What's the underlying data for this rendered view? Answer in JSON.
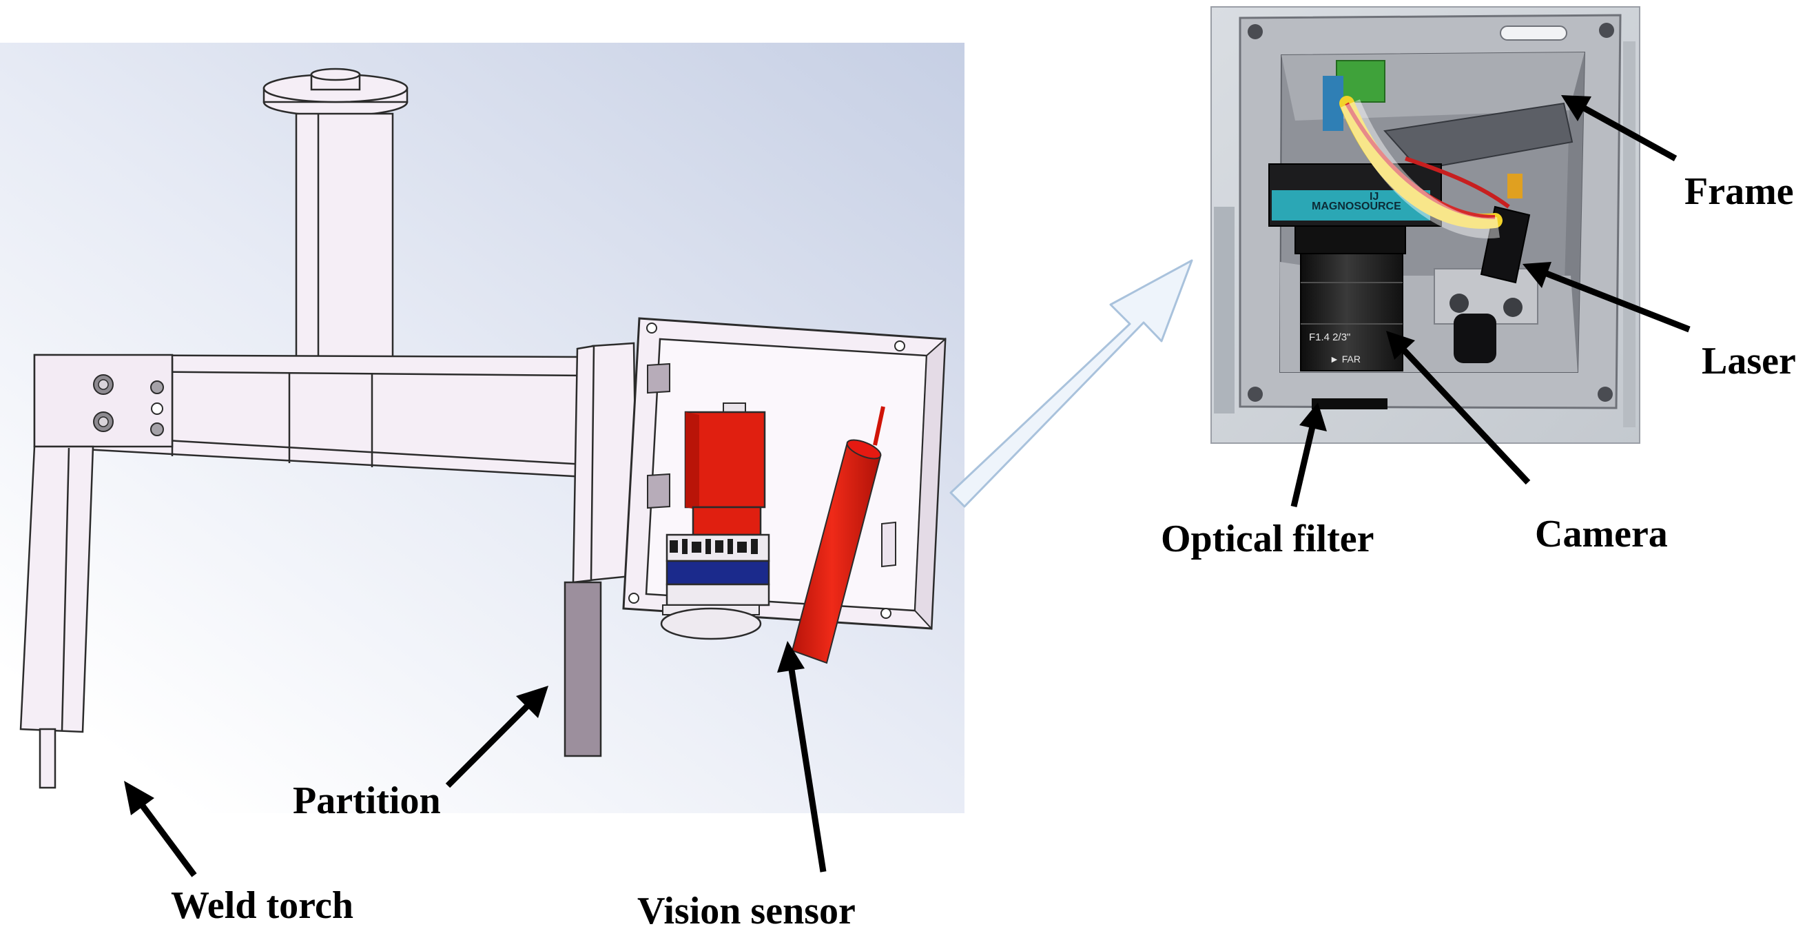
{
  "labels": {
    "weld_torch": "Weld torch",
    "partition": "Partition",
    "vision_sensor": "Vision sensor",
    "frame": "Frame",
    "laser": "Laser",
    "camera": "Camera",
    "optical_filter": "Optical filter"
  },
  "photo_text": {
    "camera_brand": "MAGNOSOURCE",
    "camera_logo": "IJ",
    "lens_scale": "F1.4  2/3\"",
    "lens_marking": "► FAR"
  },
  "colors": {
    "background": "#ffffff",
    "cad_background_start": "#c9d2e6",
    "cad_background_end": "#ffffff",
    "cad_part_fill": "#f5eef6",
    "cad_part_stroke": "#2b2b2b",
    "camera_red": "#e01f10",
    "laser_red": "#e51a12",
    "lens_blue": "#1b2a8c",
    "photo_frame": "#c6c7cc",
    "photo_frame_dark": "#8d8f96",
    "arrow": "#000000",
    "transition_arrow_fill": "#eef4fb",
    "transition_arrow_stroke": "#a9c2dc"
  }
}
